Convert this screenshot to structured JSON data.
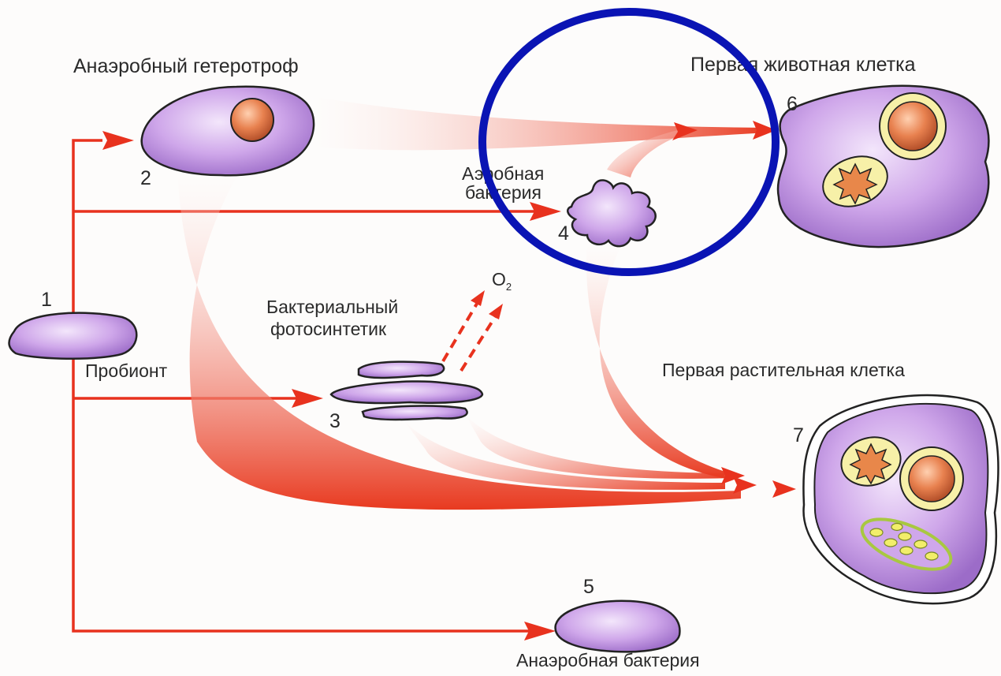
{
  "diagram": {
    "labels": {
      "anaerobic_heterotroph": "Анаэробный гетеротроф",
      "first_animal_cell": "Первая животная клетка",
      "aerobic_bacterium_line1": "Аэробная",
      "aerobic_bacterium_line2": "бактерия",
      "bacterial_photosynthetic_line1": "Бактериальный",
      "bacterial_photosynthetic_line2": "фотосинтетик",
      "oxygen": "O",
      "oxygen_subscript": "2",
      "probiont": "Пробионт",
      "first_plant_cell": "Первая растительная клетка",
      "anaerobic_bacterium": "Анаэробная бактерия"
    },
    "numbers": {
      "probiont": "1",
      "anaerobic_heterotroph": "2",
      "photosynthetic": "3",
      "aerobic": "4",
      "anaerobic_bacterium": "5",
      "animal_cell": "6",
      "plant_cell": "7"
    },
    "colors": {
      "cell_fill": "#c9a2e4",
      "cell_stroke": "#222222",
      "nucleus": "#e07a45",
      "nucleus_ring": "#f7f0a8",
      "arrow": "#e8321e",
      "highlight_circle": "#0a14b4",
      "chloroplast": "#a8c840",
      "mito_star": "#e8874a"
    }
  }
}
